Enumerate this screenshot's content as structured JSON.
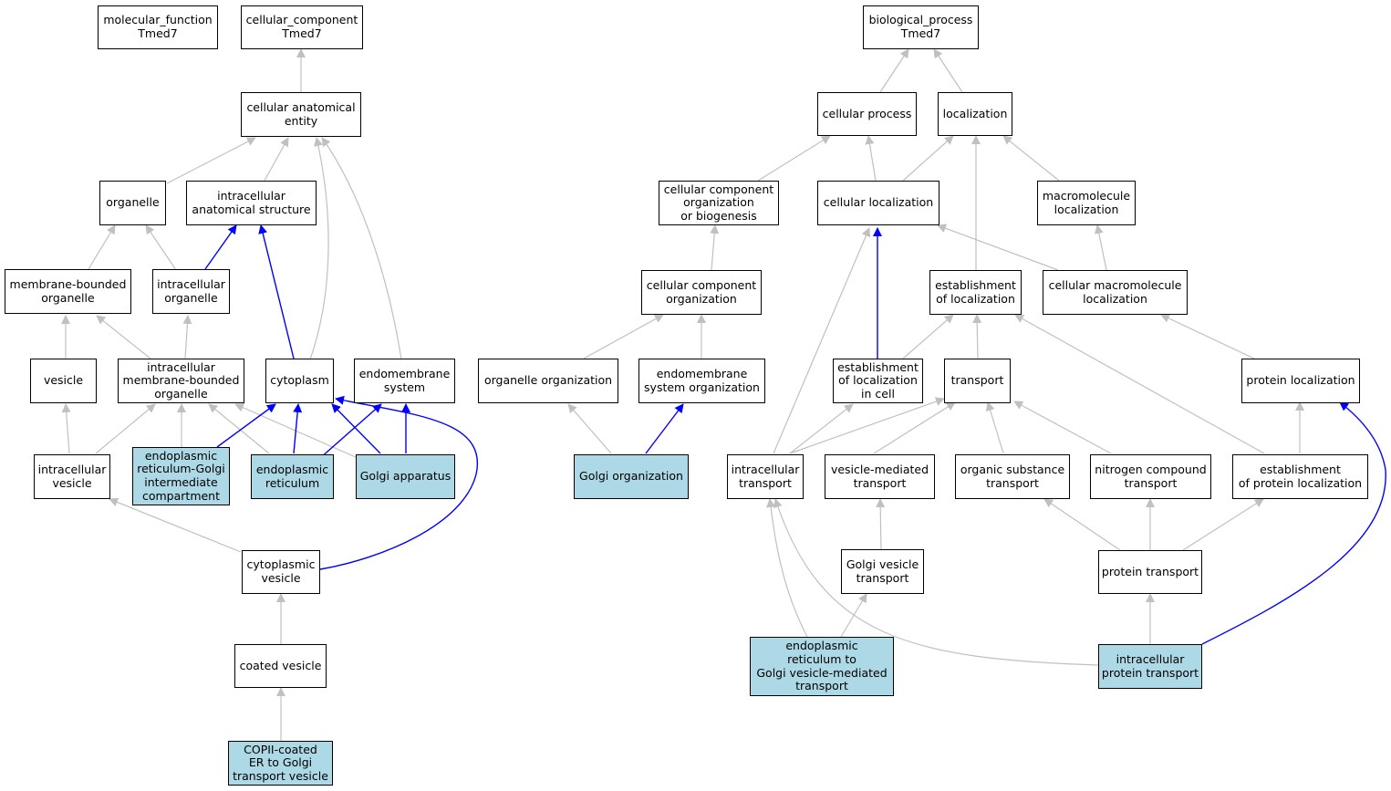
{
  "colors": {
    "highlight": "#add8e6",
    "edge_gray": "#c0c0c0",
    "edge_blue": "#0000ff",
    "border": "#000000"
  },
  "nodes": [
    {
      "id": "mf_root",
      "lines": [
        "molecular_function",
        "Tmed7"
      ],
      "highlight": false
    },
    {
      "id": "cc_root",
      "lines": [
        "cellular_component",
        "Tmed7"
      ],
      "highlight": false
    },
    {
      "id": "bp_root",
      "lines": [
        "biological_process",
        "Tmed7"
      ],
      "highlight": false
    },
    {
      "id": "cae",
      "lines": [
        "cellular anatomical",
        "entity"
      ],
      "highlight": false
    },
    {
      "id": "organelle",
      "lines": [
        "organelle"
      ],
      "highlight": false
    },
    {
      "id": "ias",
      "lines": [
        "intracellular",
        "anatomical structure"
      ],
      "highlight": false
    },
    {
      "id": "mbo",
      "lines": [
        "membrane-bounded",
        "organelle"
      ],
      "highlight": false
    },
    {
      "id": "io",
      "lines": [
        "intracellular",
        "organelle"
      ],
      "highlight": false
    },
    {
      "id": "vesicle",
      "lines": [
        "vesicle"
      ],
      "highlight": false
    },
    {
      "id": "imbo",
      "lines": [
        "intracellular",
        "membrane-bounded",
        "organelle"
      ],
      "highlight": false
    },
    {
      "id": "cytoplasm",
      "lines": [
        "cytoplasm"
      ],
      "highlight": false
    },
    {
      "id": "endomembrane",
      "lines": [
        "endomembrane",
        "system"
      ],
      "highlight": false
    },
    {
      "id": "iv",
      "lines": [
        "intracellular",
        "vesicle"
      ],
      "highlight": false
    },
    {
      "id": "ergic",
      "lines": [
        "endoplasmic",
        "reticulum-Golgi",
        "intermediate",
        "compartment"
      ],
      "highlight": true
    },
    {
      "id": "er",
      "lines": [
        "endoplasmic",
        "reticulum"
      ],
      "highlight": true
    },
    {
      "id": "golgi",
      "lines": [
        "Golgi apparatus"
      ],
      "highlight": true
    },
    {
      "id": "cv",
      "lines": [
        "cytoplasmic",
        "vesicle"
      ],
      "highlight": false
    },
    {
      "id": "coated",
      "lines": [
        "coated vesicle"
      ],
      "highlight": false
    },
    {
      "id": "copii",
      "lines": [
        "COPII-coated",
        "ER to Golgi",
        "transport vesicle"
      ],
      "highlight": true
    },
    {
      "id": "cp",
      "lines": [
        "cellular process"
      ],
      "highlight": false
    },
    {
      "id": "loc",
      "lines": [
        "localization"
      ],
      "highlight": false
    },
    {
      "id": "ccob",
      "lines": [
        "cellular component",
        "organization",
        "or biogenesis"
      ],
      "highlight": false
    },
    {
      "id": "cl",
      "lines": [
        "cellular localization"
      ],
      "highlight": false
    },
    {
      "id": "ml",
      "lines": [
        "macromolecule",
        "localization"
      ],
      "highlight": false
    },
    {
      "id": "cco",
      "lines": [
        "cellular component",
        "organization"
      ],
      "highlight": false
    },
    {
      "id": "eol",
      "lines": [
        "establishment",
        "of localization"
      ],
      "highlight": false
    },
    {
      "id": "cml",
      "lines": [
        "cellular macromolecule",
        "localization"
      ],
      "highlight": false
    },
    {
      "id": "oo",
      "lines": [
        "organelle organization"
      ],
      "highlight": false
    },
    {
      "id": "eso",
      "lines": [
        "endomembrane",
        "system organization"
      ],
      "highlight": false
    },
    {
      "id": "eolc",
      "lines": [
        "establishment",
        "of localization",
        "in cell"
      ],
      "highlight": false
    },
    {
      "id": "transport",
      "lines": [
        "transport"
      ],
      "highlight": false
    },
    {
      "id": "pl",
      "lines": [
        "protein localization"
      ],
      "highlight": false
    },
    {
      "id": "go",
      "lines": [
        "Golgi organization"
      ],
      "highlight": true
    },
    {
      "id": "it",
      "lines": [
        "intracellular",
        "transport"
      ],
      "highlight": false
    },
    {
      "id": "vmt",
      "lines": [
        "vesicle-mediated",
        "transport"
      ],
      "highlight": false
    },
    {
      "id": "ost",
      "lines": [
        "organic substance",
        "transport"
      ],
      "highlight": false
    },
    {
      "id": "nct",
      "lines": [
        "nitrogen compound",
        "transport"
      ],
      "highlight": false
    },
    {
      "id": "epl",
      "lines": [
        "establishment",
        "of protein localization"
      ],
      "highlight": false
    },
    {
      "id": "gvt",
      "lines": [
        "Golgi vesicle",
        "transport"
      ],
      "highlight": false
    },
    {
      "id": "pt",
      "lines": [
        "protein transport"
      ],
      "highlight": false
    },
    {
      "id": "ergvt",
      "lines": [
        "endoplasmic",
        "reticulum to",
        "Golgi vesicle-mediated",
        "transport"
      ],
      "highlight": true
    },
    {
      "id": "ipt",
      "lines": [
        "intracellular",
        "protein transport"
      ],
      "highlight": true
    }
  ]
}
